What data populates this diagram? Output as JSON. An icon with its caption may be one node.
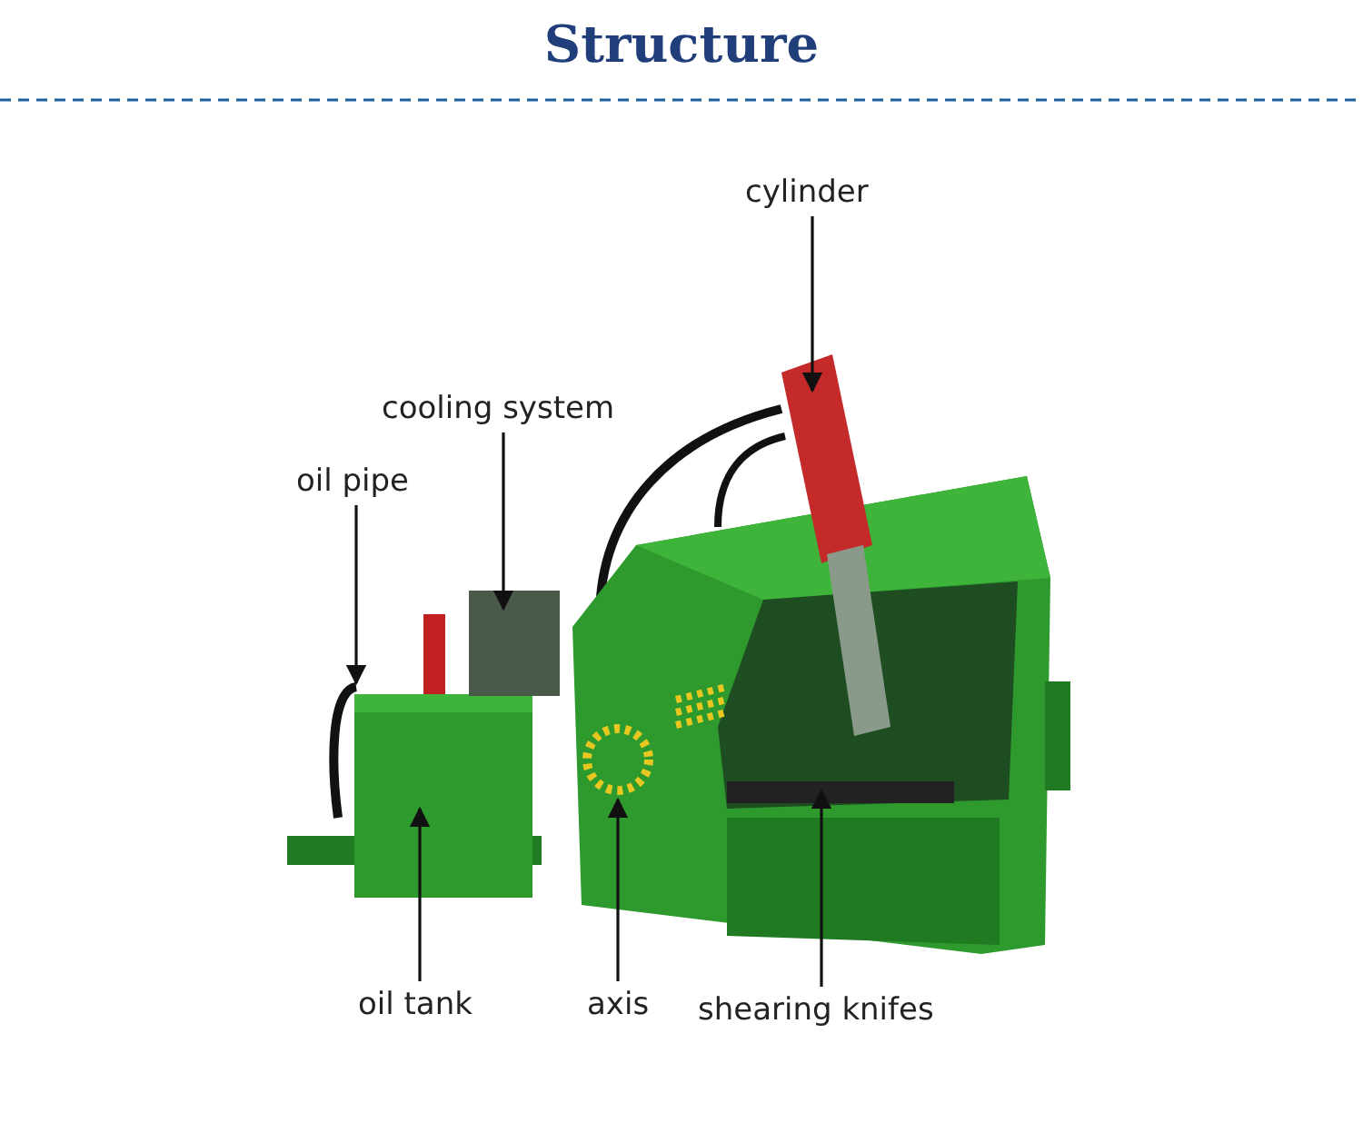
{
  "diagram": {
    "title": "Structure",
    "nodes": [
      {
        "text": [
          "cylinder"
        ]
      },
      {
        "text": [
          "cooling system"
        ]
      },
      {
        "text": [
          "oil pipe"
        ]
      },
      {
        "text": [
          "oil tank"
        ]
      },
      {
        "text": [
          "axis"
        ]
      },
      {
        "text": [
          "shearing knifes"
        ]
      }
    ],
    "edges": [
      {
        "from": 0,
        "to": null,
        "arrow": "to"
      },
      {
        "from": 1,
        "to": null,
        "arrow": "to"
      },
      {
        "from": 2,
        "to": null,
        "arrow": "to"
      },
      {
        "from": 3,
        "to": null,
        "arrow": "to"
      },
      {
        "from": 4,
        "to": null,
        "arrow": "to"
      },
      {
        "from": 5,
        "to": null,
        "arrow": "to"
      }
    ]
  }
}
